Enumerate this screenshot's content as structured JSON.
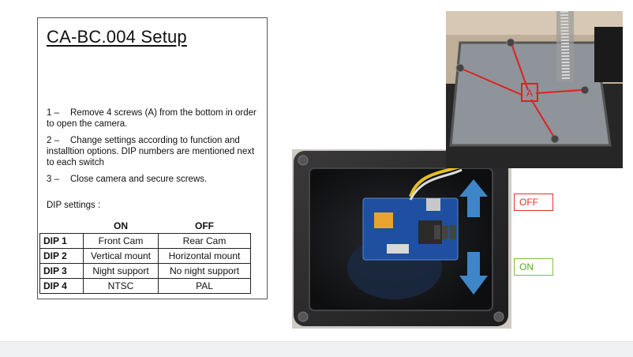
{
  "title": "CA-BC.004 Setup",
  "steps": [
    {
      "num": "1 –",
      "text": "Remove 4 screws (A) from the bottom in order to open the camera."
    },
    {
      "num": "2 –",
      "text": "Change settings according to function and installtion options. DIP numbers are mentioned next to each switch"
    },
    {
      "num": "3 –",
      "text": "Close camera and secure screws."
    }
  ],
  "dip_settings_label": "DIP settings :",
  "table": {
    "headers": [
      "",
      "ON",
      "OFF"
    ],
    "rows": [
      [
        "DIP 1",
        "Front Cam",
        "Rear Cam"
      ],
      [
        "DIP 2",
        "Vertical mount",
        "Horizontal mount"
      ],
      [
        "DIP 3",
        "Night support",
        "No night support"
      ],
      [
        "DIP 4",
        "NTSC",
        "PAL"
      ]
    ]
  },
  "photo_labels": {
    "off": "OFF",
    "on": "ON",
    "screw_marker": "A"
  },
  "colors": {
    "off_border": "#e53030",
    "on_border": "#7cc040",
    "arrow_blue": "#3f86c8",
    "marker_red": "#e02020"
  }
}
